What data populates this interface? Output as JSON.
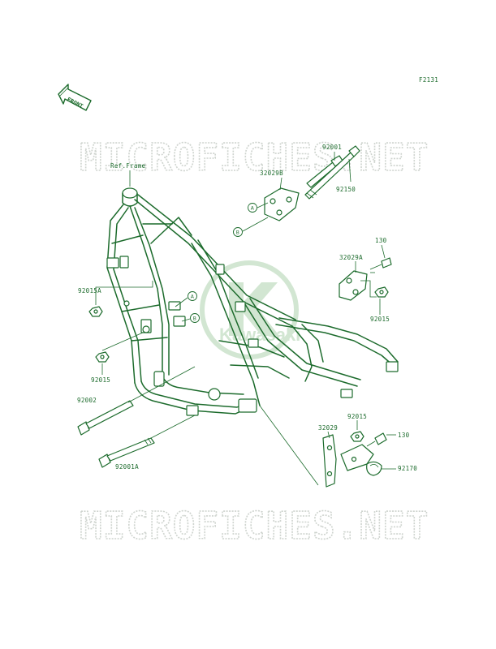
{
  "diagram": {
    "figure_code": "F2131",
    "front_label": "FRONT",
    "watermark_text": "MICROFICHES.NET",
    "logo_text": "Kawasaki",
    "ref_frame_label": "Ref.Frame",
    "callouts": [
      {
        "id": "92001",
        "label": "92001"
      },
      {
        "id": "32029B",
        "label": "32029B"
      },
      {
        "id": "92150",
        "label": "92150"
      },
      {
        "id": "32029A",
        "label": "32029A"
      },
      {
        "id": "130-top",
        "label": "130"
      },
      {
        "id": "92015-right",
        "label": "92015"
      },
      {
        "id": "92015A",
        "label": "92015A"
      },
      {
        "id": "92015-left",
        "label": "92015"
      },
      {
        "id": "92002",
        "label": "92002"
      },
      {
        "id": "92001A",
        "label": "92001A"
      },
      {
        "id": "92015-bottom",
        "label": "92015"
      },
      {
        "id": "32029",
        "label": "32029"
      },
      {
        "id": "130-bottom",
        "label": "130"
      },
      {
        "id": "92170",
        "label": "92170"
      }
    ],
    "markers": [
      "A",
      "B"
    ],
    "colors": {
      "line": "#1c6b2c",
      "watermark": "#cfd4cf",
      "logo": "#d2e6d2"
    }
  }
}
